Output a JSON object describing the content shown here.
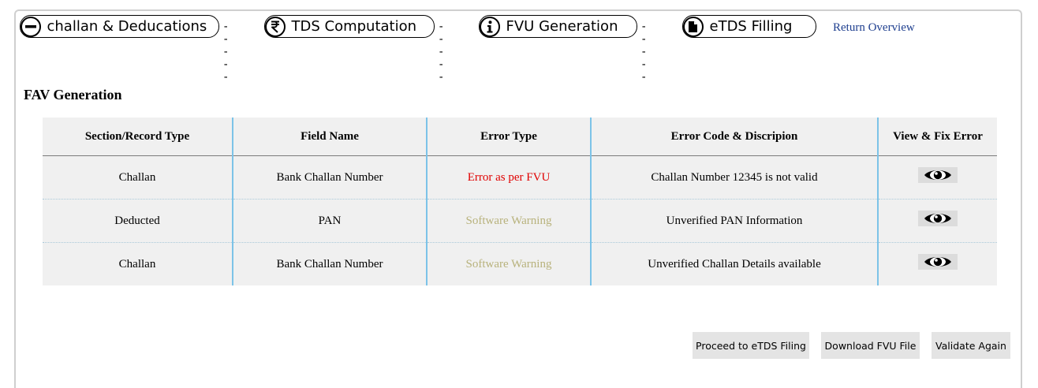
{
  "steps": [
    {
      "label": "challan & Deducations",
      "icon": "minus-circle-icon"
    },
    {
      "label": "TDS Computation",
      "icon": "rupee-circle-icon"
    },
    {
      "label": "FVU Generation",
      "icon": "info-circle-icon"
    },
    {
      "label": "eTDS Filling",
      "icon": "document-circle-icon"
    }
  ],
  "step_separator": "-----",
  "overview_link": "Return Overview",
  "page_title": "FAV Generation",
  "table": {
    "headers": [
      "Section/Record Type",
      "Field Name",
      "Error Type",
      "Error Code & Discripion",
      "View & Fix Error"
    ],
    "rows": [
      {
        "section": "Challan",
        "field": "Bank Challan Number",
        "error_type": "Error as per FVU",
        "description": "Challan Number 12345 is not valid",
        "action_icon": "eye-icon"
      },
      {
        "section": "Deducted",
        "field": "PAN",
        "error_type": "Software Warning",
        "description": "Unverified PAN Information",
        "action_icon": "eye-icon"
      },
      {
        "section": "Challan",
        "field": "Bank Challan Number",
        "error_type": "Software Warning",
        "description": "Unverified Challan Details available",
        "action_icon": "eye-icon"
      }
    ]
  },
  "buttons": {
    "proceed": "Proceed to eTDS Filing",
    "download": "Download FVU File",
    "validate": "Validate Again"
  },
  "colors": {
    "error": "#e00000",
    "warning": "#b8b27c",
    "link": "#1f3f8f",
    "column_divider": "#7cc3e8",
    "table_bg": "#f0f0f0"
  }
}
